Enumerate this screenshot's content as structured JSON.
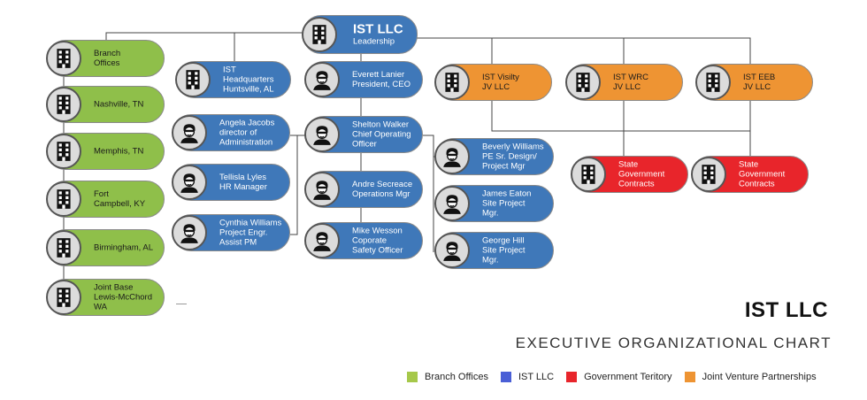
{
  "colors": {
    "green": "#8fbf4a",
    "blue": "#3f78b9",
    "red": "#e8252b",
    "orange": "#ee9433",
    "legend_blue": "#4a5fd6"
  },
  "leadership": {
    "title": "IST LLC",
    "subtitle": "Leadership"
  },
  "branch_offices": [
    {
      "label": "Branch\nOffices"
    },
    {
      "label": "Nashville, TN"
    },
    {
      "label": "Memphis, TN"
    },
    {
      "label": "Fort\nCampbell, KY"
    },
    {
      "label": "Birmingham, AL"
    },
    {
      "label": "Joint Base\nLewis-McChord\nWA"
    }
  ],
  "headquarters": {
    "label": "IST\nHeadquarters\nHuntsville, AL"
  },
  "admin_staff": [
    {
      "label": "Angela Jacobs\ndirector of\nAdministration"
    },
    {
      "label": "Tellisla Lyles\nHR Manager"
    },
    {
      "label": "Cynthia Williams\nProject Engr.\nAssist PM"
    }
  ],
  "executives": [
    {
      "label": "Everett Lanier\nPresident, CEO"
    },
    {
      "label": "Shelton Walker\nChief Operating\nOfficer"
    },
    {
      "label": "Andre Secreace\nOperations Mgr"
    },
    {
      "label": "Mike Wesson\nCoporate\nSafety Officer"
    }
  ],
  "project_staff": [
    {
      "label": "Beverly Williams\nPE Sr. Design/\nProject Mgr"
    },
    {
      "label": "James Eaton\nSite Project\nMgr."
    },
    {
      "label": "George Hill\nSite Project\nMgr."
    }
  ],
  "joint_ventures": [
    {
      "label": "IST Visilty\nJV LLC"
    },
    {
      "label": "IST WRC\nJV LLC"
    },
    {
      "label": "IST EEB\nJV LLC"
    }
  ],
  "government": [
    {
      "label": "State\nGovernment\nContracts"
    },
    {
      "label": "State\nGovernment\nContracts"
    }
  ],
  "chart_title": "IST LLC",
  "chart_subtitle": "EXECUTIVE ORGANIZATIONAL CHART",
  "legend": [
    {
      "label": "Branch Offices",
      "color": "#a6c84a"
    },
    {
      "label": "IST LLC",
      "color": "#4a5fd6"
    },
    {
      "label": "Government Teritory",
      "color": "#e8252b"
    },
    {
      "label": "Joint Venture Partnerships",
      "color": "#ee9433"
    }
  ]
}
